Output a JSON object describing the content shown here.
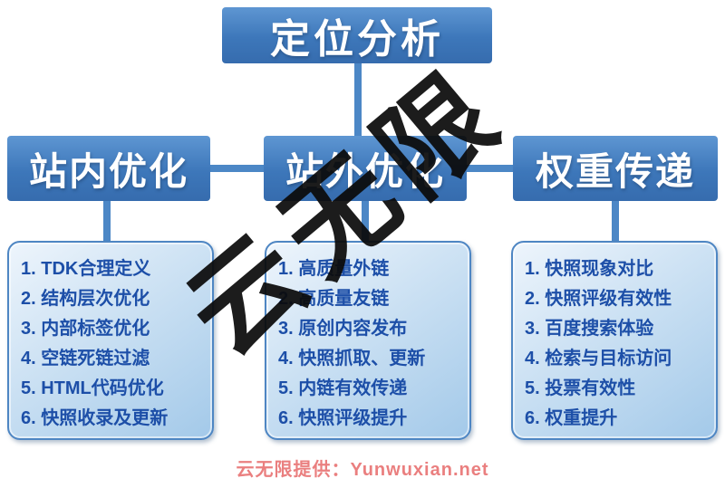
{
  "root": {
    "label": "定位分析"
  },
  "branches": [
    {
      "header": "站内优化",
      "items": [
        "1. TDK合理定义",
        "2. 结构层次优化",
        "3. 内部标签优化",
        "4. 空链死链过滤",
        "5. HTML代码优化",
        "6. 快照收录及更新"
      ]
    },
    {
      "header": "站外优化",
      "items": [
        "1. 高质量外链",
        "2. 高质量友链",
        "3. 原创内容发布",
        "4. 快照抓取、更新",
        "5. 内链有效传递",
        "6. 快照评级提升"
      ]
    },
    {
      "header": "权重传递",
      "items": [
        "1. 快照现象对比",
        "2. 快照评级有效性",
        "3. 百度搜索体验",
        "4. 检索与目标访问",
        "5. 投票有效性",
        "6. 权重提升"
      ]
    }
  ],
  "watermark": {
    "text": "云无限"
  },
  "footer": {
    "text": "云无限提供：Yunwuxian.net"
  },
  "colors": {
    "node_blue": "#3d77ba",
    "connector_blue": "#4c87c6",
    "panel_border_blue": "#4e86c3",
    "panel_fill_light": "#cfe3f4",
    "item_text_blue": "#1d4fa8",
    "footer_red": "#ea7f7f",
    "watermark_black": "#0b0b0b"
  }
}
